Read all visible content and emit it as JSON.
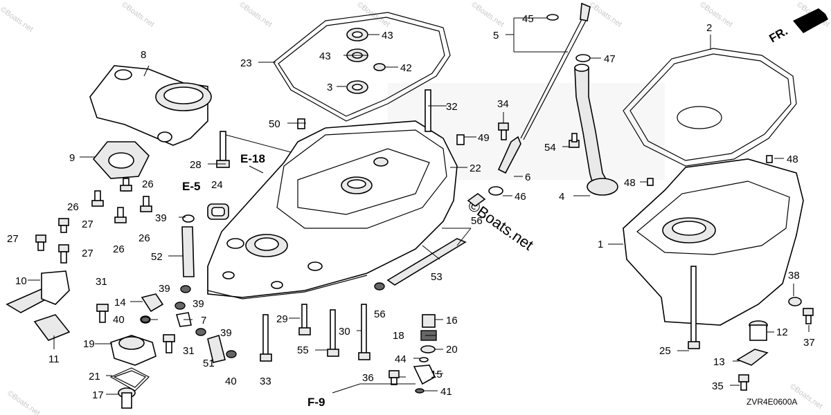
{
  "diagram": {
    "code": "ZVR4E0600A",
    "direction_label": "FR.",
    "watermark": "©Boats.net",
    "callouts": [
      {
        "id": "c1",
        "text": "1"
      },
      {
        "id": "c2",
        "text": "2"
      },
      {
        "id": "c3",
        "text": "3"
      },
      {
        "id": "c4",
        "text": "4"
      },
      {
        "id": "c5",
        "text": "5"
      },
      {
        "id": "c6",
        "text": "6"
      },
      {
        "id": "c7",
        "text": "7"
      },
      {
        "id": "c8",
        "text": "8"
      },
      {
        "id": "c9",
        "text": "9"
      },
      {
        "id": "c10",
        "text": "10"
      },
      {
        "id": "c11",
        "text": "11"
      },
      {
        "id": "c12",
        "text": "12"
      },
      {
        "id": "c13",
        "text": "13"
      },
      {
        "id": "c14",
        "text": "14"
      },
      {
        "id": "c15",
        "text": "15"
      },
      {
        "id": "c16",
        "text": "16"
      },
      {
        "id": "c17",
        "text": "17"
      },
      {
        "id": "c18",
        "text": "18"
      },
      {
        "id": "c19",
        "text": "19"
      },
      {
        "id": "c20",
        "text": "20"
      },
      {
        "id": "c21",
        "text": "21"
      },
      {
        "id": "c22",
        "text": "22"
      },
      {
        "id": "c23",
        "text": "23"
      },
      {
        "id": "c24",
        "text": "24"
      },
      {
        "id": "c25",
        "text": "25"
      },
      {
        "id": "c26a",
        "text": "26"
      },
      {
        "id": "c26b",
        "text": "26"
      },
      {
        "id": "c26c",
        "text": "26"
      },
      {
        "id": "c26d",
        "text": "26"
      },
      {
        "id": "c27a",
        "text": "27"
      },
      {
        "id": "c27b",
        "text": "27"
      },
      {
        "id": "c27c",
        "text": "27"
      },
      {
        "id": "c28",
        "text": "28"
      },
      {
        "id": "c29",
        "text": "29"
      },
      {
        "id": "c30",
        "text": "30"
      },
      {
        "id": "c31a",
        "text": "31"
      },
      {
        "id": "c31b",
        "text": "31"
      },
      {
        "id": "c32",
        "text": "32"
      },
      {
        "id": "c33",
        "text": "33"
      },
      {
        "id": "c34",
        "text": "34"
      },
      {
        "id": "c35",
        "text": "35"
      },
      {
        "id": "c36",
        "text": "36"
      },
      {
        "id": "c37",
        "text": "37"
      },
      {
        "id": "c38",
        "text": "38"
      },
      {
        "id": "c39a",
        "text": "39"
      },
      {
        "id": "c39b",
        "text": "39"
      },
      {
        "id": "c39c",
        "text": "39"
      },
      {
        "id": "c39d",
        "text": "39"
      },
      {
        "id": "c40a",
        "text": "40"
      },
      {
        "id": "c40b",
        "text": "40"
      },
      {
        "id": "c41",
        "text": "41"
      },
      {
        "id": "c42",
        "text": "42"
      },
      {
        "id": "c43a",
        "text": "43"
      },
      {
        "id": "c43b",
        "text": "43"
      },
      {
        "id": "c44",
        "text": "44"
      },
      {
        "id": "c45",
        "text": "45"
      },
      {
        "id": "c46",
        "text": "46"
      },
      {
        "id": "c47",
        "text": "47"
      },
      {
        "id": "c48a",
        "text": "48"
      },
      {
        "id": "c48b",
        "text": "48"
      },
      {
        "id": "c49",
        "text": "49"
      },
      {
        "id": "c50",
        "text": "50"
      },
      {
        "id": "c51",
        "text": "51"
      },
      {
        "id": "c52",
        "text": "52"
      },
      {
        "id": "c53",
        "text": "53"
      },
      {
        "id": "c54",
        "text": "54"
      },
      {
        "id": "c55",
        "text": "55"
      },
      {
        "id": "c56a",
        "text": "56"
      },
      {
        "id": "c56b",
        "text": "56"
      }
    ],
    "refs": [
      {
        "id": "r1",
        "text": "E-18"
      },
      {
        "id": "r2",
        "text": "E-5"
      },
      {
        "id": "r3",
        "text": "F-9"
      }
    ]
  }
}
